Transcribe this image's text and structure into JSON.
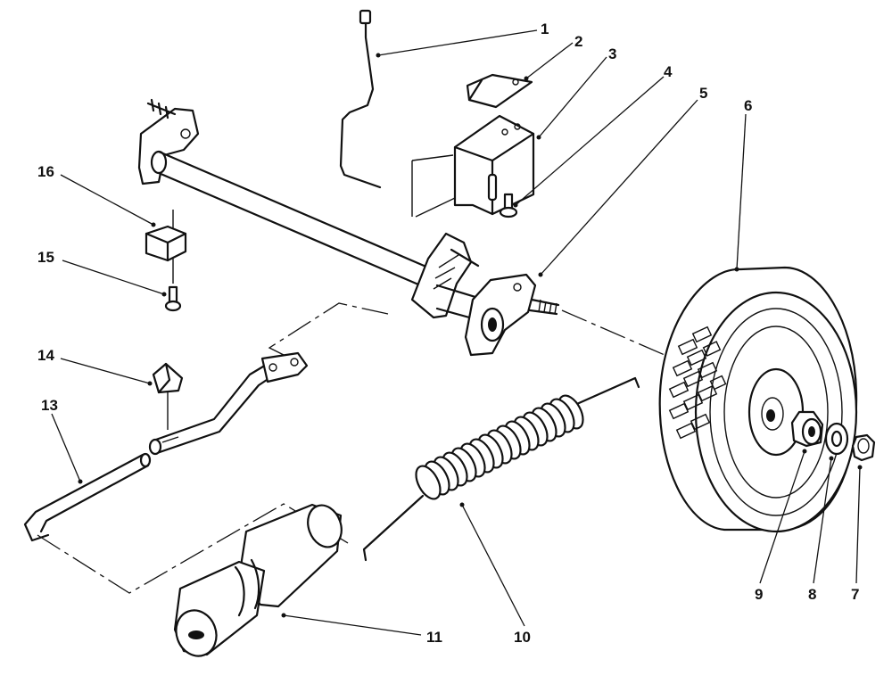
{
  "diagram": {
    "callouts": [
      {
        "id": "1",
        "label": "1"
      },
      {
        "id": "2",
        "label": "2"
      },
      {
        "id": "3",
        "label": "3"
      },
      {
        "id": "4",
        "label": "4"
      },
      {
        "id": "5",
        "label": "5"
      },
      {
        "id": "6",
        "label": "6"
      },
      {
        "id": "7",
        "label": "7"
      },
      {
        "id": "8",
        "label": "8"
      },
      {
        "id": "9",
        "label": "9"
      },
      {
        "id": "10",
        "label": "10"
      },
      {
        "id": "11",
        "label": "11"
      },
      {
        "id": "13",
        "label": "13"
      },
      {
        "id": "14",
        "label": "14"
      },
      {
        "id": "15",
        "label": "15"
      },
      {
        "id": "16",
        "label": "16"
      }
    ]
  }
}
